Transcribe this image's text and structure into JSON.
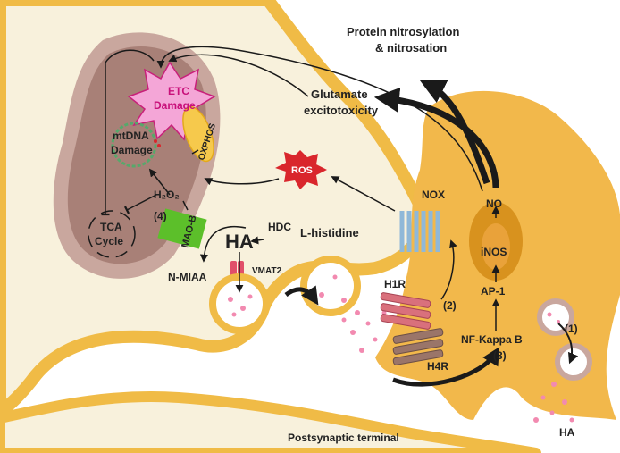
{
  "labels": {
    "protein": "Protein nitrosylation",
    "protein2": "& nitrosation",
    "glutamate": "Glutamate",
    "glutamate2": "excitotoxicity",
    "etc": "ETC",
    "etc2": "Damage",
    "mtdna": "mtDNA",
    "mtdna2": "Damage",
    "oxphos": "OXPHOS",
    "ros": "ROS",
    "h2o2": "H₂O₂",
    "tca": "TCA",
    "tca2": "Cycle",
    "step4": "(4)",
    "maob": "MAO-B",
    "hdc": "HDC",
    "lhistidine": "L-histidine",
    "ha_main": "HA",
    "nmiaa": "N-MIAA",
    "vmat2": "VMAT2",
    "nox": "NOX",
    "no": "NO",
    "inos": "iNOS",
    "ap1": "AP-1",
    "nfkb": "NF-Kappa B",
    "step3": "(3)",
    "step2": "(2)",
    "step1": "(1)",
    "h1r": "H1R",
    "h4r": "H4R",
    "ha_release": "HA",
    "postsynaptic": "Postsynaptic terminal"
  },
  "colors": {
    "neuron_fill": "#f8f1dc",
    "neuron_border": "#f0bb46",
    "microglia": "#f2b84b",
    "mito_outer": "#c9a79e",
    "mito_inner": "#a88077",
    "etc_star": "#f4a6d7",
    "ros": "#d9262c",
    "oxphos": "#f6c94c",
    "maob": "#5cbf2a",
    "nox": "#8fb8d8",
    "h1r": "#d9707c",
    "h4r": "#9a7569",
    "inos_outer": "#d8921e",
    "vesicle_dot": "#f28ab0"
  }
}
